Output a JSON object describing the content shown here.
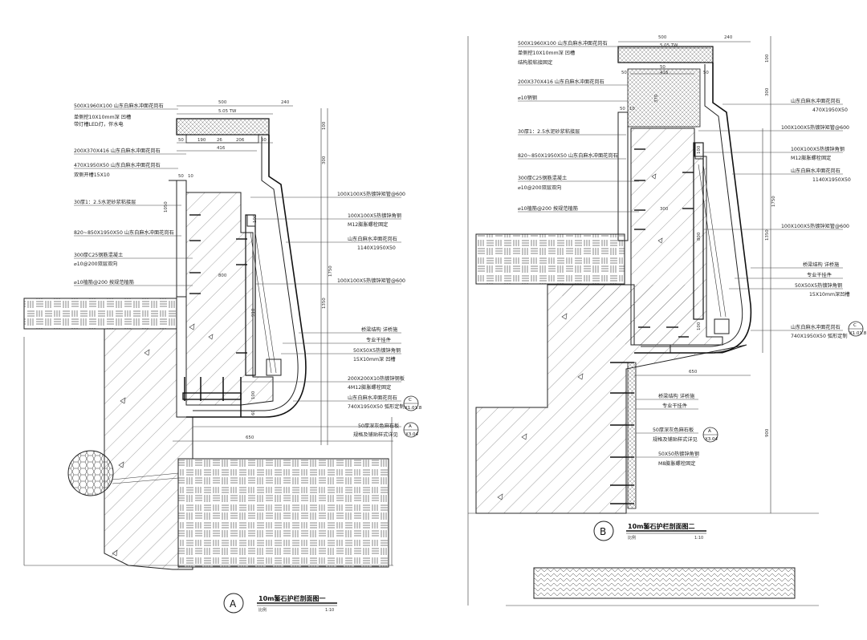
{
  "detail_a": {
    "title": "10m錾石护栏剖面图一",
    "scale_label": "比例",
    "scale": "1:10",
    "bubble": "A",
    "dims_top": [
      "500",
      "240",
      "5.05 TW",
      "50",
      "190",
      "26",
      "206",
      "50",
      "416",
      "50",
      "10"
    ],
    "dims_right": [
      "100",
      "300",
      "1750",
      "1350"
    ],
    "dim_left": "1050",
    "dims_inner": [
      "100",
      "800",
      "910",
      "100",
      "60",
      "650"
    ],
    "callouts_left": [
      {
        "lines": [
          "500X1960X100 山东白麻水冲面花岗石",
          "单侧挖10X10mm深 凹槽",
          "带灯槽LED灯，伴水电"
        ]
      },
      {
        "lines": [
          "200X370X416 山东白麻水冲面花岗石"
        ]
      },
      {
        "lines": [
          "470X1950X50 山东白麻水冲面花岗石",
          "双侧开槽15X10"
        ]
      },
      {
        "lines": [
          "30厚1：2.5水泥砂浆粘接层"
        ]
      },
      {
        "lines": [
          "820~850X1950X50 山东白麻水冲面花岗石"
        ]
      },
      {
        "lines": [
          "300厚C25钢筋混凝土",
          "⌀10@200双层双向"
        ]
      },
      {
        "lines": [
          "⌀10植筋@200 按规范植筋"
        ]
      }
    ],
    "callouts_right": [
      {
        "lines": [
          "100X100X5热镀锌矩管@600"
        ]
      },
      {
        "lines": [
          "100X100X5热镀锌角钢",
          "M12膨胀螺栓固定"
        ]
      },
      {
        "lines": [
          "山东白麻水冲面花岗石",
          "1140X1950X50"
        ]
      },
      {
        "lines": [
          "100X100X5热镀锌矩管@600"
        ]
      },
      {
        "lines": [
          "桥梁结构 详桥施"
        ]
      },
      {
        "lines": [
          "专业干挂件"
        ]
      },
      {
        "lines": [
          "50X50X5热镀锌角钢",
          "15X10mm深 凹槽"
        ]
      },
      {
        "lines": [
          "200X200X10热镀锌钢板",
          "4M12膨胀螺栓固定"
        ]
      },
      {
        "lines": [
          "山东白麻水冲面花岗石",
          "740X1950X50 弧形定制"
        ]
      },
      {
        "lines": [
          "50厚深灰色麻石板",
          "规格及铺贴样式详见"
        ]
      }
    ],
    "refs": [
      {
        "letter": "C",
        "sheet": "X1.01.8"
      },
      {
        "letter": "A",
        "sheet": "X3.04"
      }
    ]
  },
  "detail_b": {
    "title": "10m錾石护栏剖面图二",
    "scale_label": "比例",
    "scale": "1:10",
    "bubble": "B",
    "dims_top": [
      "500",
      "240",
      "5.05 TW",
      "50",
      "416",
      "50",
      "50",
      "10"
    ],
    "dims_right": [
      "100",
      "300",
      "1750",
      "1350",
      "900"
    ],
    "dims_inner": [
      "50",
      "370",
      "100",
      "300",
      "800",
      "100",
      "650"
    ],
    "callouts_left": [
      {
        "lines": [
          "500X1960X100 山东白麻水冲面花岗石",
          "单侧挖10X10mm深 凹槽",
          "结构胶粘接固定"
        ]
      },
      {
        "lines": [
          "200X370X416 山东白麻水冲面花岗石"
        ]
      },
      {
        "lines": [
          "⌀10销钢"
        ]
      },
      {
        "lines": [
          "30厚1：2.5水泥砂浆粘接层"
        ]
      },
      {
        "lines": [
          "820~850X1950X50 山东白麻水冲面花岗石"
        ]
      },
      {
        "lines": [
          "300厚C25钢筋混凝土",
          "⌀10@200双层双向"
        ]
      },
      {
        "lines": [
          "⌀10植筋@200 按规范植筋"
        ]
      }
    ],
    "callouts_right": [
      {
        "lines": [
          "山东白麻水冲面花岗石",
          "470X1950X50"
        ]
      },
      {
        "lines": [
          "100X100X5热镀锌矩管@600"
        ]
      },
      {
        "lines": [
          "100X100X5热镀锌角钢",
          "M12膨胀螺栓固定"
        ]
      },
      {
        "lines": [
          "山东白麻水冲面花岗石",
          "1140X1950X50"
        ]
      },
      {
        "lines": [
          "100X100X5热镀锌矩管@600"
        ]
      },
      {
        "lines": [
          "桥梁结构 详桥施"
        ]
      },
      {
        "lines": [
          "专业干挂件"
        ]
      },
      {
        "lines": [
          "50X50X5热镀锌角钢",
          "15X10mm深凹槽"
        ]
      },
      {
        "lines": [
          "山东白麻水冲面花岗石",
          "740X1950X50 弧形定制"
        ]
      },
      {
        "lines": [
          "桥梁结构 详桥施"
        ]
      },
      {
        "lines": [
          "专业干挂件"
        ]
      },
      {
        "lines": [
          "50厚深灰色麻石板",
          "规格及铺贴样式详见"
        ]
      },
      {
        "lines": [
          "50X50热镀锌角钢",
          "M8膨胀螺栓固定"
        ]
      }
    ],
    "refs": [
      {
        "letter": "C",
        "sheet": "X1.01.8"
      },
      {
        "letter": "A",
        "sheet": "X3.04"
      }
    ]
  }
}
